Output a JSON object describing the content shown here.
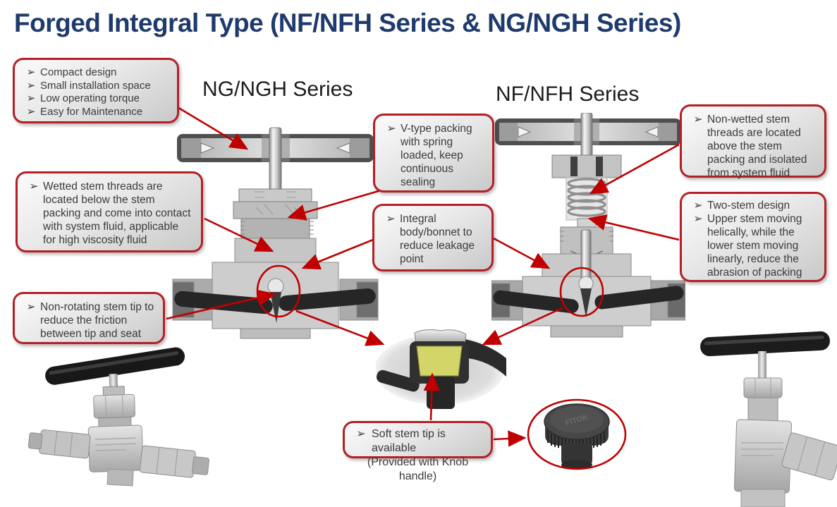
{
  "title": "Forged Integral Type (NF/NFH Series & NG/NGH Series)",
  "bullet": "➢",
  "series": {
    "ng": "NG/NGH Series",
    "nf": "NF/NFH Series"
  },
  "callouts": {
    "features": {
      "items": [
        "Compact design",
        "Small installation space",
        "Low operating torque",
        "Easy for Maintenance"
      ]
    },
    "wetted_stem": {
      "items": [
        "Wetted stem threads are located below the stem packing and come into contact with system fluid, applicable for high viscosity fluid"
      ]
    },
    "non_rotating_tip": {
      "items": [
        "Non-rotating stem tip to reduce the friction between tip and seat"
      ]
    },
    "v_type_packing": {
      "items": [
        "V-type packing with spring loaded, keep continuous sealing"
      ]
    },
    "integral_body": {
      "items": [
        "Integral body/bonnet to reduce leakage point"
      ]
    },
    "non_wetted_stem": {
      "items": [
        "Non-wetted stem threads are located above the stem packing and isolated from system fluid"
      ]
    },
    "two_stem": {
      "items": [
        "Two-stem design",
        "Upper stem moving helically, while the lower stem moving linearly, reduce the abrasion of packing"
      ]
    },
    "soft_tip": {
      "line1": "Soft stem tip is available",
      "line2": "(Provided with Knob handle)"
    }
  },
  "knob_brand": "FITOK",
  "colors": {
    "title_blue": "#1f3a6d",
    "red_accent": "#c00000",
    "callout_border": "#b42025",
    "soft_tip_yellow": "#d4d568"
  }
}
